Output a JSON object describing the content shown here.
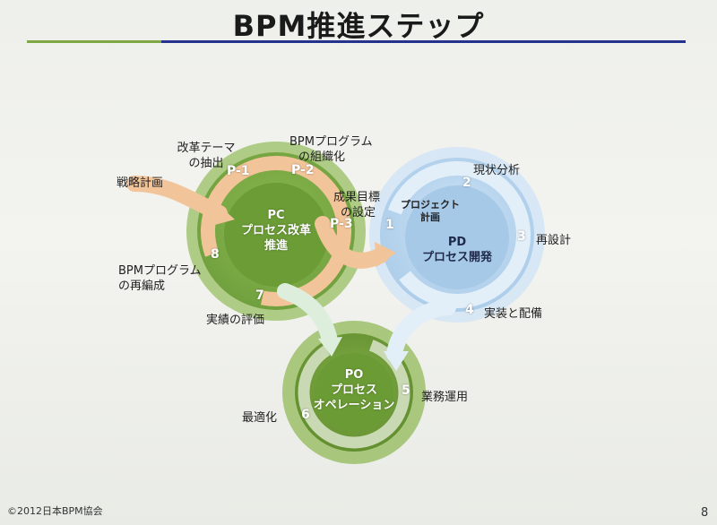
{
  "title": "BPM推進ステップ",
  "rule_colors": {
    "left": "#7fa845",
    "right": "#25338e"
  },
  "circles": {
    "pc": {
      "name": "PC",
      "line1": "プロセス改革",
      "line2": "推進",
      "color": "#6e9e3c"
    },
    "pd": {
      "name": "PD",
      "line1": "プロセス開発",
      "color": "#a9cbe9"
    },
    "po": {
      "name": "PO",
      "line1": "プロセス",
      "line2": "オペレーション",
      "color": "#6d9a35"
    }
  },
  "arrow_colors": {
    "pc": "#f2c49a",
    "pd": "#d8e9f6",
    "po": "#c9d9b4",
    "connector": "#ddeedd"
  },
  "steps": {
    "p1": "P-1",
    "p2": "P-2",
    "p3": "P-3",
    "s1": "1",
    "s2": "2",
    "s3": "3",
    "s4": "4",
    "s5": "5",
    "s6": "6",
    "s7": "7",
    "s8": "8"
  },
  "labels": {
    "strategy": "戦略計画",
    "theme_line1": "改革テーマ",
    "theme_line2": "の抽出",
    "org_line1": "BPMプログラム",
    "org_line2": "の組織化",
    "goal_line1": "成果目標",
    "goal_line2": "の設定",
    "project_line1": "プロジェクト",
    "project_line2": "計画",
    "analysis": "現状分析",
    "redesign": "再設計",
    "deploy": "実装と配備",
    "operation": "業務運用",
    "optimize": "最適化",
    "evaluate": "実績の評価",
    "reorg_line1": "BPMプログラム",
    "reorg_line2": "の再編成"
  },
  "footer": "©2012日本BPM協会",
  "page_number": "8"
}
